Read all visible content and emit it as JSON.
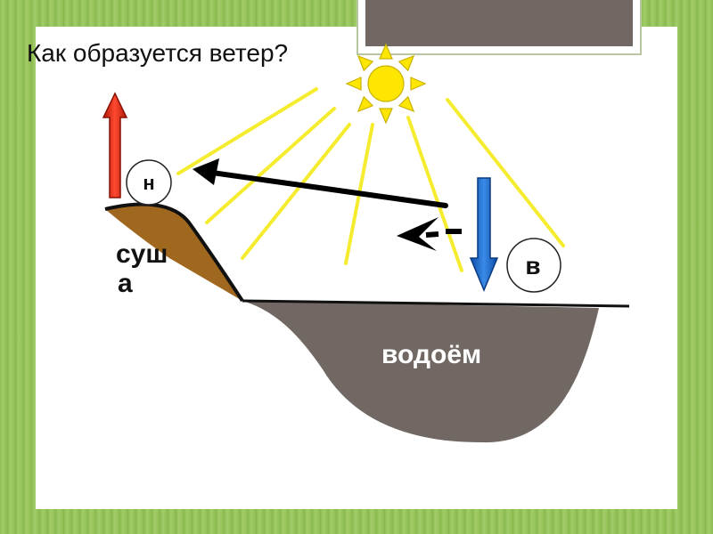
{
  "title": "Как образуется ветер?",
  "labels": {
    "low_pressure": "н",
    "high_pressure": "в",
    "land_line1": "суш",
    "land_line2": "а",
    "water": "водоём"
  },
  "colors": {
    "sun": "#ffe600",
    "sun_rays": "#f5ec30",
    "land": "#a0671e",
    "water": "#716863",
    "rising_arrow": "#e8321c",
    "sinking_arrow": "#1a6fd0",
    "wind_arrow": "#000000"
  },
  "icons": {
    "sun": "sun-icon",
    "warm_air": "arrow-up-icon",
    "cold_air": "arrow-down-icon",
    "wind": "arrow-left-icon"
  }
}
